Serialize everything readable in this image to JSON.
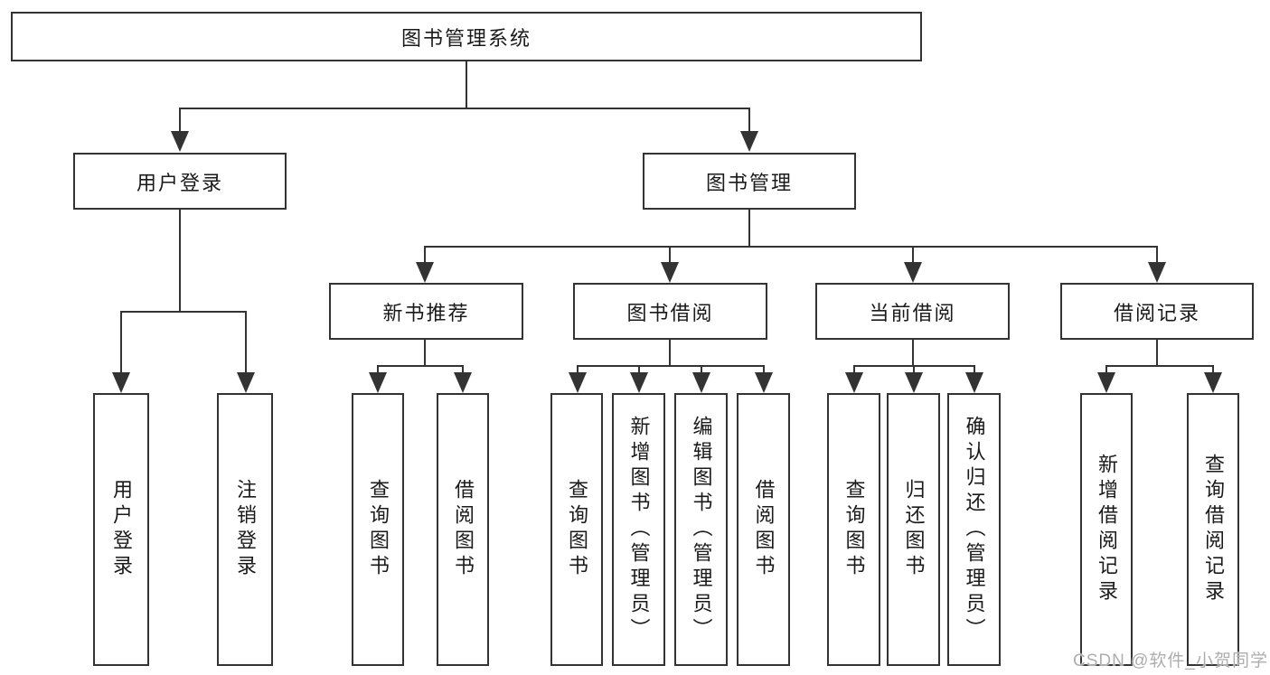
{
  "root": {
    "label": "图书管理系统"
  },
  "level2": [
    {
      "label": "用户登录"
    },
    {
      "label": "图书管理"
    }
  ],
  "level3": [
    {
      "label": "新书推荐"
    },
    {
      "label": "图书借阅"
    },
    {
      "label": "当前借阅"
    },
    {
      "label": "借阅记录"
    }
  ],
  "leaves": {
    "user_login": [
      {
        "label": "用户登录"
      },
      {
        "label": "注销登录"
      }
    ],
    "new_books": [
      {
        "label": "查询图书"
      },
      {
        "label": "借阅图书"
      }
    ],
    "book_borrow": [
      {
        "label": "查询图书"
      },
      {
        "label": "新增图书（管理员）"
      },
      {
        "label": "编辑图书（管理员）"
      },
      {
        "label": "借阅图书"
      }
    ],
    "current_borrow": [
      {
        "label": "查询图书"
      },
      {
        "label": "归还图书"
      },
      {
        "label": "确认归还（管理员）"
      }
    ],
    "borrow_records": [
      {
        "label": "新增借阅记录"
      },
      {
        "label": "查询借阅记录"
      }
    ]
  },
  "watermark": "CSDN @软件_小贺同学",
  "colors": {
    "line": "#333333",
    "box_border": "#333333",
    "text": "#1a1a1a",
    "watermark": "#aeaeae",
    "background": "#ffffff"
  }
}
